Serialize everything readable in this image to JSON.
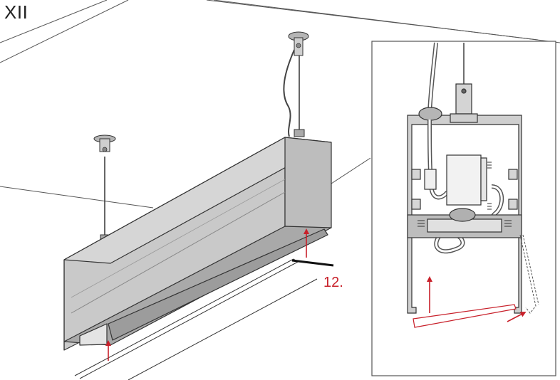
{
  "diagram": {
    "step_title": "XII",
    "step_number": "12.",
    "colors": {
      "line": "#333333",
      "profile_fill": "#c9c9c9",
      "profile_dark": "#9c9c9c",
      "profile_light": "#dcdcdc",
      "arrow": "#c8202a",
      "detail_frame": "#555555",
      "grommet": "#b5b5b5"
    },
    "icons": [
      "suspension-cable",
      "ceiling-canopy",
      "arrow-up",
      "diffuser-strip"
    ]
  }
}
